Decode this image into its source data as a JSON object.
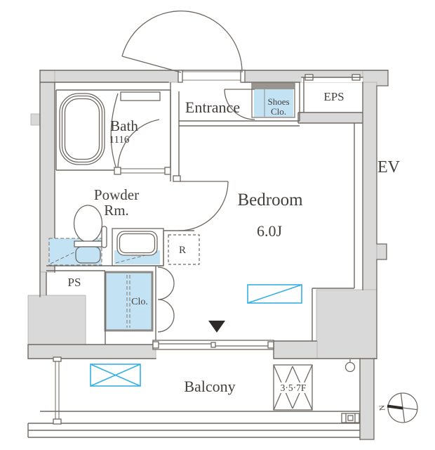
{
  "floorplan": {
    "labels": {
      "bath": "Bath",
      "bath_size": "1116",
      "powder_line1": "Powder",
      "powder_line2": "Rm.",
      "entrance": "Entrance",
      "shoes_line1": "Shoes",
      "shoes_line2": "Clo.",
      "eps": "EPS",
      "elevator": "EV",
      "bedroom": "Bedroom",
      "bedroom_size": "6.0J",
      "refrigerator": "R",
      "pipe_space": "PS",
      "closet": "Clo.",
      "balcony": "Balcony",
      "escape_hatch": "3·5·7F",
      "compass_north": "N"
    },
    "colors": {
      "wall_fill": "#d9d9d9",
      "wall_dark": "#9b958f",
      "line": "#6f6862",
      "cyan_fill": "#c3e2f4",
      "furniture_stroke": "#35b0e5",
      "text": "#433f3b",
      "marker": "#2e2a27"
    }
  }
}
